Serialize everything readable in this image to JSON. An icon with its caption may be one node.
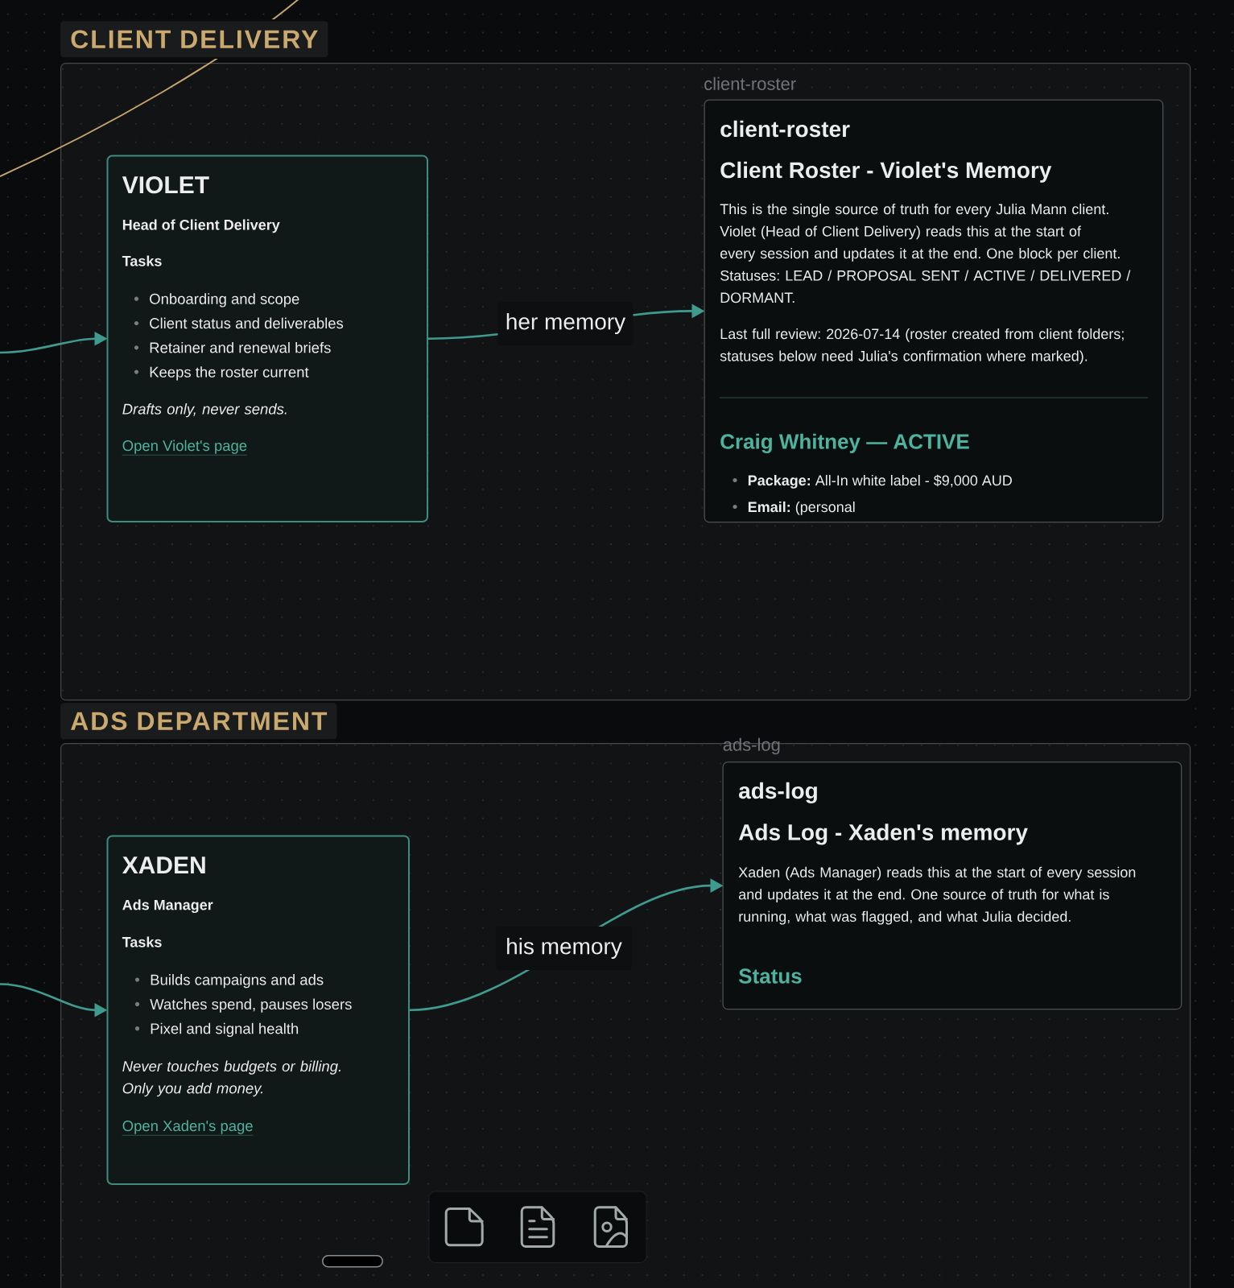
{
  "diagram": {
    "nodes": [
      {
        "text": [
          "CLIENT DELIVERY"
        ]
      },
      {
        "text": [
          "VIOLET",
          "Head of Client Delivery",
          "Tasks",
          "Onboarding and scope",
          "Client status and deliverables",
          "Retainer and renewal briefs",
          "Keeps the roster current",
          "Drafts only, never sends.",
          "Open Violet's page"
        ],
        "in": 0
      },
      {
        "text": [
          "client-roster",
          "client-roster",
          "Client Roster - Violet's Memory",
          "This is the single source of truth for every Julia Mann client. Violet (Head of Client Delivery) reads this at the start of every session and updates it at the end. One block per client. Statuses: LEAD / PROPOSAL SENT / ACTIVE / DELIVERED / DORMANT.",
          "Last full review: 2026-07-14 (roster created from client folders; statuses below need Julia's confirmation where marked).",
          "Craig Whitney — ACTIVE",
          "**Package:** All-In white label - $9,000 AUD",
          "**Email:** (personal"
        ],
        "in": 0
      },
      {
        "text": [
          "ADS DEPARTMENT"
        ]
      },
      {
        "text": [
          "XADEN",
          "Ads Manager",
          "Tasks",
          "Builds campaigns and ads",
          "Watches spend, pauses losers",
          "Pixel and signal health",
          "Never touches budgets or billing. Only you add money.",
          "Open Xaden's page"
        ],
        "in": 3
      },
      {
        "text": [
          "ads-log",
          "ads-log",
          "Ads Log - Xaden's memory",
          "Xaden (Ads Manager) reads this at the start of every session and updates it at the end. One source of truth for what is running, what was flagged, and what Julia decided.",
          "Status"
        ],
        "in": 3
      },
      {
        "text": [],
        "shape": "bar",
        "in": 3
      }
    ],
    "edges": [
      {
        "from": null,
        "to": 1,
        "arrow": "to"
      },
      {
        "from": 1,
        "to": 2,
        "arrow": "to",
        "label": "her memory"
      },
      {
        "from": null,
        "to": 4,
        "arrow": "to"
      },
      {
        "from": 4,
        "to": 5,
        "arrow": "to",
        "label": "his memory"
      }
    ]
  }
}
